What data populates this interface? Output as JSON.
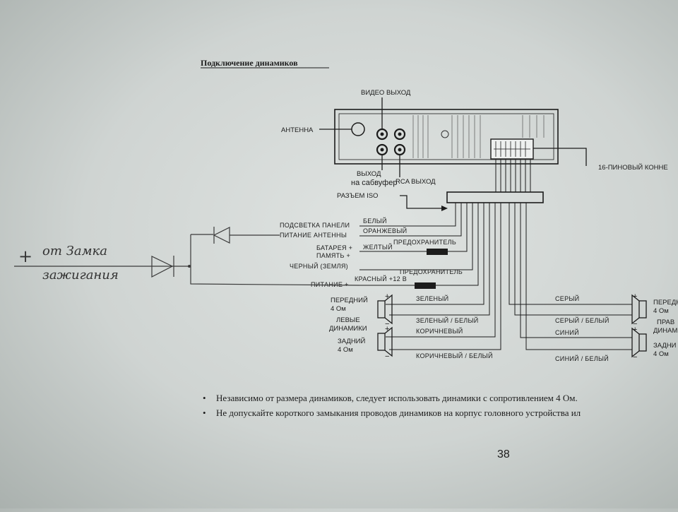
{
  "title": "Подключение динамиков",
  "unit_labels": {
    "video_out": "ВИДЕО ВЫХОД",
    "antenna": "АНТЕННА",
    "sub_out_1": "ВЫХОД",
    "sub_out_2": "на сабвуфер",
    "rca_out": "RCA ВЫХОД",
    "connector16": "16-ПИНОВЫЙ КОННЕ",
    "iso": "РАЗЪЕМ ISO"
  },
  "wires": {
    "panel_light": "ПОДСВЕТКА ПАНЕЛИ",
    "antenna_power": "ПИТАНИЕ АНТЕННЫ",
    "battery_1": "БАТАРЕЯ +",
    "battery_2": "ПАМЯТЬ +",
    "ground": "ЧЕРНЫЙ (ЗЕМЛЯ)",
    "power": "ПИТАНИЕ +",
    "white": "БЕЛЫЙ",
    "orange": "ОРАНЖЕВЫЙ",
    "yellow": "ЖЕЛТЫЙ",
    "fuse1": "ПРЕДОХРАНИТЕЛЬ",
    "fuse2": "ПРЕДОХРАНИТЕЛЬ",
    "red": "КРАСНЫЙ +12 В"
  },
  "left_speakers": {
    "front_1": "ПЕРЕДНИЙ",
    "front_2": "4 Ом",
    "group_1": "ЛЕВЫЕ",
    "group_2": "ДИНАМИКИ",
    "rear_1": "ЗАДНИЙ",
    "rear_2": "4 Ом",
    "green": "ЗЕЛЕНЫЙ",
    "green_white": "ЗЕЛЕНЫЙ / БЕЛЫЙ",
    "brown": "КОРИЧНЕВЫЙ",
    "brown_white": "КОРИЧНЕВЫЙ / БЕЛЫЙ"
  },
  "right_speakers": {
    "gray": "СЕРЫЙ",
    "gray_white": "СЕРЫЙ / БЕЛЫЙ",
    "blue": "СИНИЙ",
    "blue_white": "СИНИЙ / БЕЛЫЙ",
    "front_1": "ПЕРЕДН",
    "front_2": "4 Ом",
    "group_1": "ПРАВ",
    "group_2": "ДИНАМ",
    "rear_1": "ЗАДНИ",
    "rear_2": "4 Ом"
  },
  "polarity": {
    "plus": "+",
    "minus": "−"
  },
  "notes": [
    "Независимо от размера динамиков, следует использовать динамики с сопротивлением 4 Ом.",
    "Не допускайте короткого замыкания проводов динамиков на корпус головного устройства ил"
  ],
  "page_number": "38",
  "handwritten": {
    "plus": "+",
    "line1": "от Замка",
    "line2": "зажигания"
  }
}
